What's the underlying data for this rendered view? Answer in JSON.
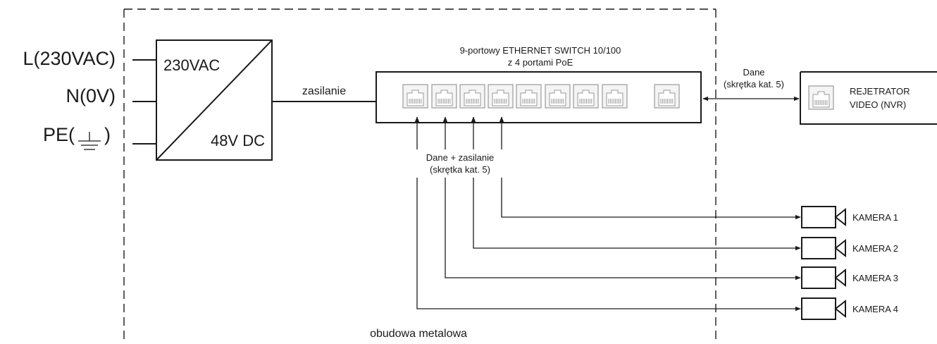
{
  "inputs": {
    "l_label": "L(230VAC)",
    "n_label": "N(0V)",
    "pe_prefix": "PE(",
    "pe_suffix": ")"
  },
  "psu": {
    "input_label": "230VAC",
    "output_label": "48V DC"
  },
  "power_link_label": "zasilanie",
  "switch": {
    "title_line1": "9-portowy ETHERNET SWITCH 10/100",
    "title_line2": "z 4 portami PoE",
    "port_count": 9,
    "poe_port_count": 4
  },
  "data_link": {
    "line1": "Dane",
    "line2": "(skrętka kat. 5)"
  },
  "recorder": {
    "line1": "REJETRATOR",
    "line2": "VIDEO (NVR)"
  },
  "poe_links": {
    "line1": "Dane + zasilanie",
    "line2": "(skrętka kat. 5)"
  },
  "cameras": [
    {
      "label": "KAMERA 1"
    },
    {
      "label": "KAMERA 2"
    },
    {
      "label": "KAMERA 3"
    },
    {
      "label": "KAMERA 4"
    }
  ],
  "enclosure_label": "obudowa metalowa"
}
